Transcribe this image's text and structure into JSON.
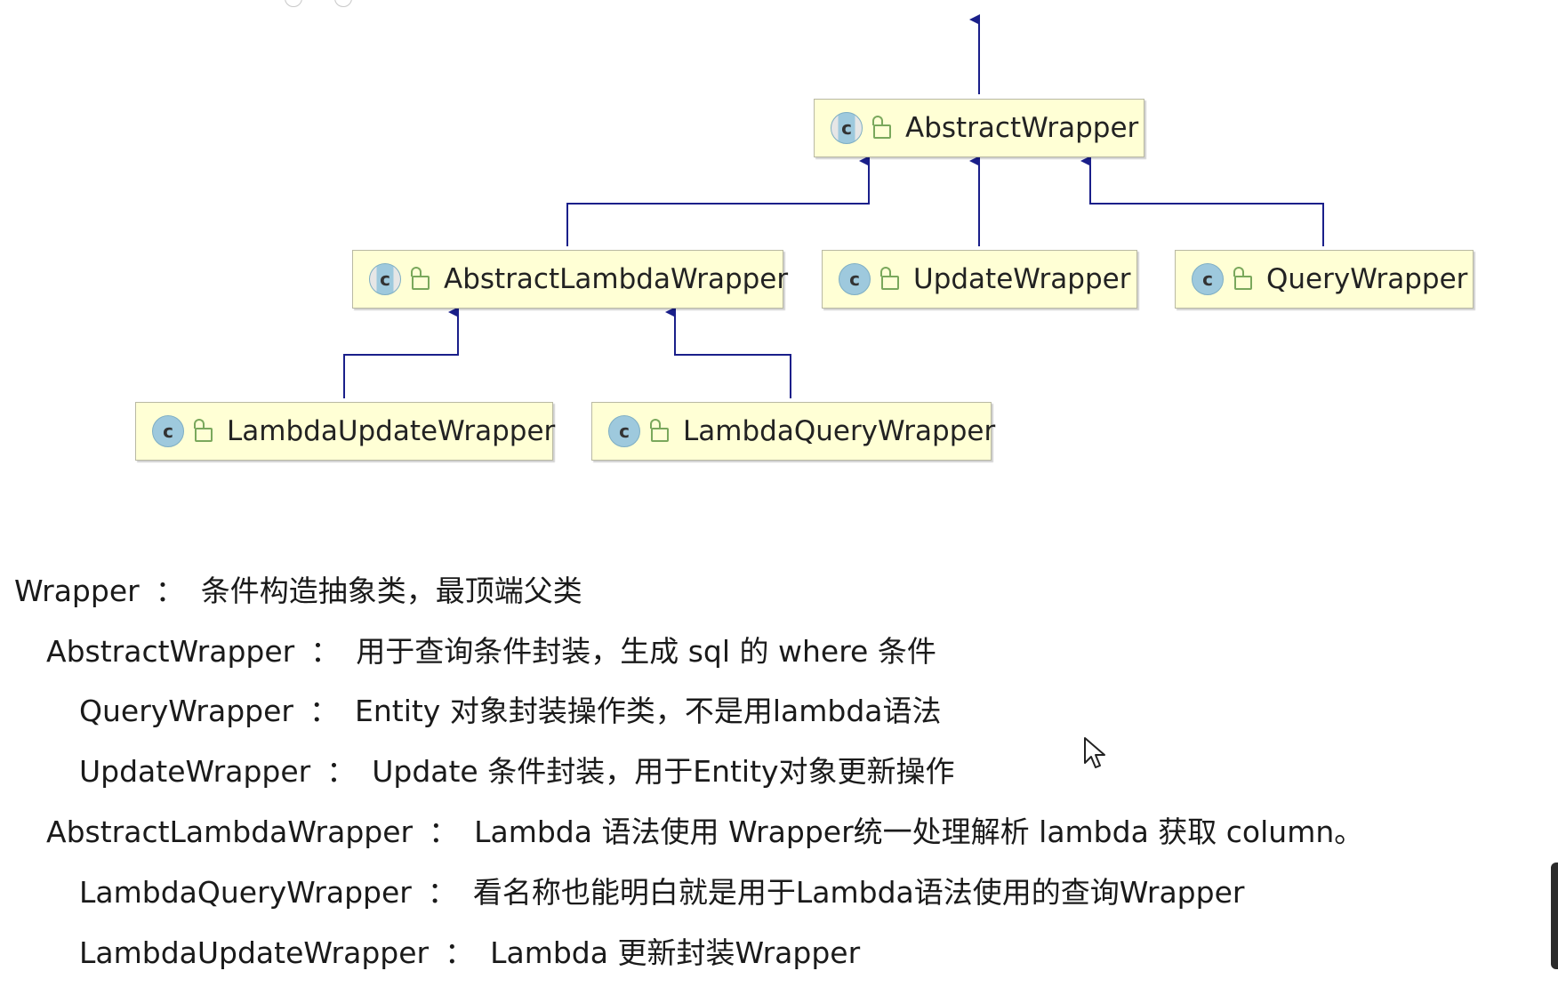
{
  "diagram": {
    "nodes": [
      {
        "id": "abstract-wrapper",
        "name": "AbstractWrapper",
        "icon": "class-icon",
        "abstract": true
      },
      {
        "id": "abstract-lambda-wrapper",
        "name": "AbstractLambdaWrapper",
        "icon": "class-icon",
        "abstract": true
      },
      {
        "id": "update-wrapper",
        "name": "UpdateWrapper",
        "icon": "class-icon",
        "abstract": false
      },
      {
        "id": "query-wrapper",
        "name": "QueryWrapper",
        "icon": "class-icon",
        "abstract": false
      },
      {
        "id": "lambda-update-wrapper",
        "name": "LambdaUpdateWrapper",
        "icon": "class-icon",
        "abstract": false
      },
      {
        "id": "lambda-query-wrapper",
        "name": "LambdaQueryWrapper",
        "icon": "class-icon",
        "abstract": false
      }
    ],
    "edges": [
      {
        "from": "abstract-lambda-wrapper",
        "to": "abstract-wrapper"
      },
      {
        "from": "update-wrapper",
        "to": "abstract-wrapper"
      },
      {
        "from": "query-wrapper",
        "to": "abstract-wrapper"
      },
      {
        "from": "lambda-update-wrapper",
        "to": "abstract-lambda-wrapper"
      },
      {
        "from": "lambda-query-wrapper",
        "to": "abstract-lambda-wrapper"
      }
    ],
    "colors": {
      "arrow": "#1a1f8a",
      "node_fill": "#ffffd5",
      "badge": "#9ec9dd",
      "lock": "#7aa85c"
    }
  },
  "descriptions": [
    {
      "name": "Wrapper",
      "sep": "：",
      "text": "条件构造抽象类，最顶端父类"
    },
    {
      "name": "AbstractWrapper",
      "sep": "：",
      "text": "用于查询条件封装，生成 sql 的 where 条件"
    },
    {
      "name": "QueryWrapper",
      "sep": "：",
      "text": "Entity 对象封装操作类，不是用lambda语法"
    },
    {
      "name": "UpdateWrapper",
      "sep": "：",
      "text": "Update 条件封装，用于Entity对象更新操作"
    },
    {
      "name": "AbstractLambdaWrapper",
      "sep": "：",
      "text": "Lambda 语法使用 Wrapper统一处理解析 lambda 获取 column。"
    },
    {
      "name": "LambdaQueryWrapper",
      "sep": "：",
      "text": "看名称也能明白就是用于Lambda语法使用的查询Wrapper"
    },
    {
      "name": "LambdaUpdateWrapper",
      "sep": "：",
      "text": "Lambda 更新封装Wrapper"
    }
  ]
}
